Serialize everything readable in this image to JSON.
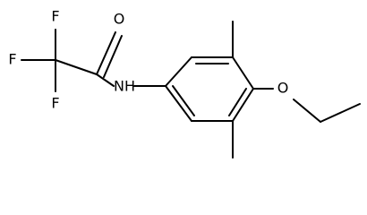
{
  "molecule": {
    "atoms": {
      "f_top": "F",
      "f_left": "F",
      "f_bottom": "F",
      "oxygen_carbonyl": "O",
      "nitrogen": "NH",
      "oxygen_ether": "O"
    }
  },
  "colors": {
    "bond": "#000000",
    "background": "#ffffff"
  }
}
